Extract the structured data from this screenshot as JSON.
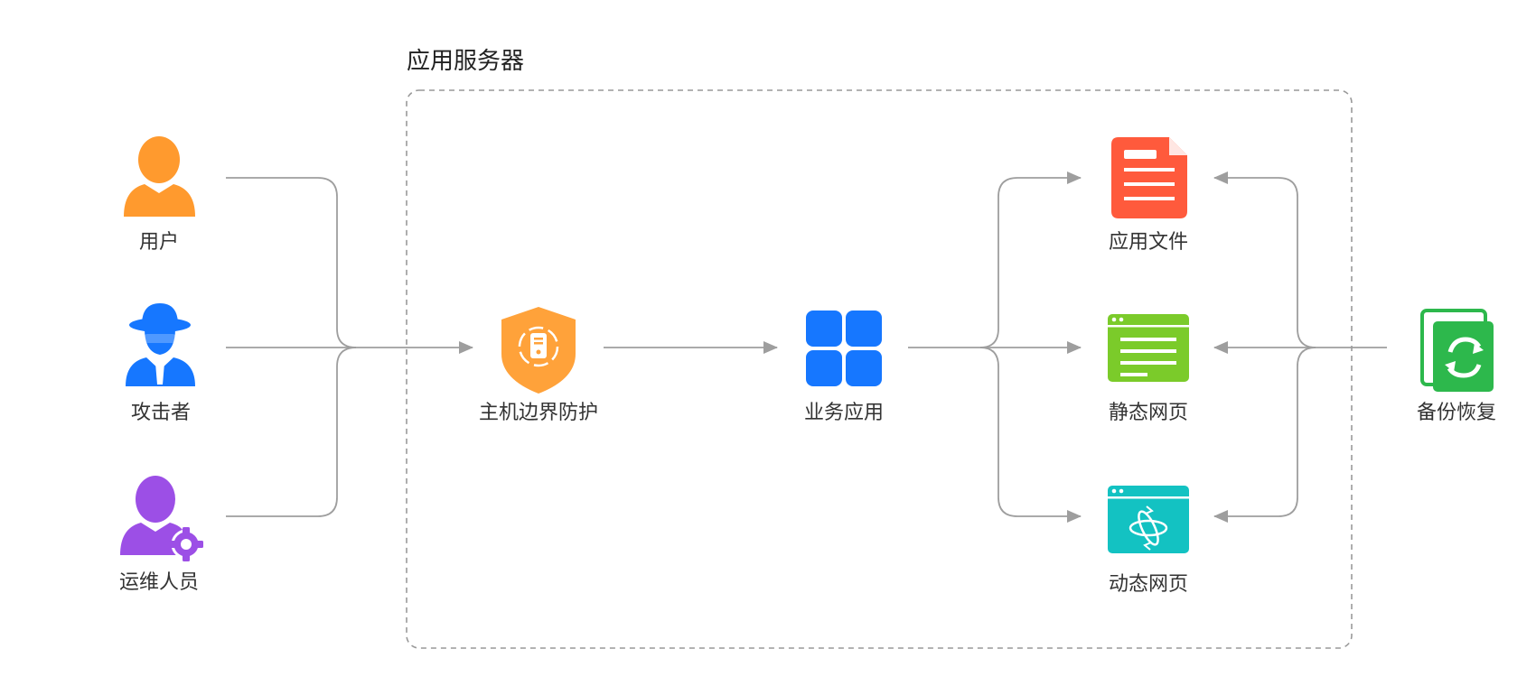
{
  "group": {
    "title": "应用服务器"
  },
  "nodes": {
    "user": "用户",
    "attacker": "攻击者",
    "ops": "运维人员",
    "host_protect": "主机边界防护",
    "business_app": "业务应用",
    "app_files": "应用文件",
    "static_page": "静态网页",
    "dynamic_page": "动态网页",
    "backup": "备份恢复"
  },
  "colors": {
    "user": "#FF9A2E",
    "attacker": "#1677FF",
    "ops": "#9C4FE6",
    "shield": "#FFA23A",
    "business": "#1677FF",
    "file": "#FF5A3C",
    "static": "#7BCB2A",
    "dynamic": "#13C2C2",
    "backup": "#2DB84C",
    "connector": "#9E9E9E",
    "border": "#999999"
  },
  "icons": {
    "user": "person-icon",
    "attacker": "spy-icon",
    "ops": "admin-gear-icon",
    "host_protect": "shield-icon",
    "business_app": "grid-app-icon",
    "app_files": "document-icon",
    "static_page": "web-page-icon",
    "dynamic_page": "dynamic-web-icon",
    "backup": "backup-restore-icon"
  }
}
